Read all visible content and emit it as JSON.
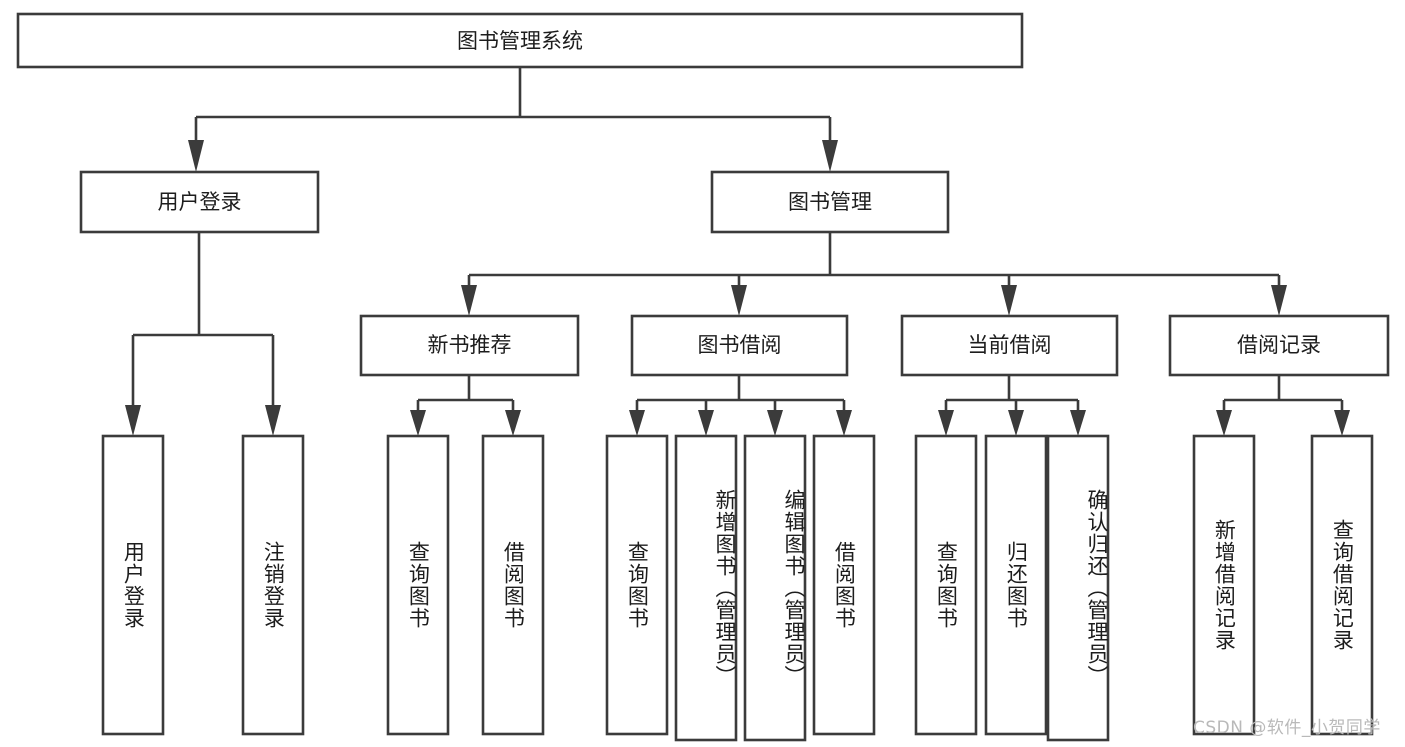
{
  "diagram": {
    "type": "tree",
    "title": "图书管理系统",
    "orientation": "top-down",
    "colors": {
      "box_fill": "#ffffff",
      "box_stroke": "#3b3b3b",
      "text": "#1d1d1d",
      "watermark": "#b9b9b9",
      "background": "#ffffff"
    },
    "root": {
      "label": "图书管理系统"
    },
    "level2": [
      {
        "label": "用户登录"
      },
      {
        "label": "图书管理"
      }
    ],
    "level3": [
      {
        "label": "新书推荐"
      },
      {
        "label": "图书借阅"
      },
      {
        "label": "当前借阅"
      },
      {
        "label": "借阅记录"
      }
    ],
    "leaves": {
      "user_login": [
        {
          "label": "用户登录"
        },
        {
          "label": "注销登录"
        }
      ],
      "new_book_recommend": [
        {
          "label": "查询图书"
        },
        {
          "label": "借阅图书"
        }
      ],
      "book_borrow": [
        {
          "label": "查询图书"
        },
        {
          "label": "新增图书（管理员）"
        },
        {
          "label": "编辑图书（管理员）"
        },
        {
          "label": "借阅图书"
        }
      ],
      "current_borrow": [
        {
          "label": "查询图书"
        },
        {
          "label": "归还图书"
        },
        {
          "label": "确认归还（管理员）"
        }
      ],
      "borrow_record": [
        {
          "label": "新增借阅记录"
        },
        {
          "label": "查询借阅记录"
        }
      ]
    }
  },
  "watermark": {
    "text": "CSDN @软件_小贺同学"
  }
}
